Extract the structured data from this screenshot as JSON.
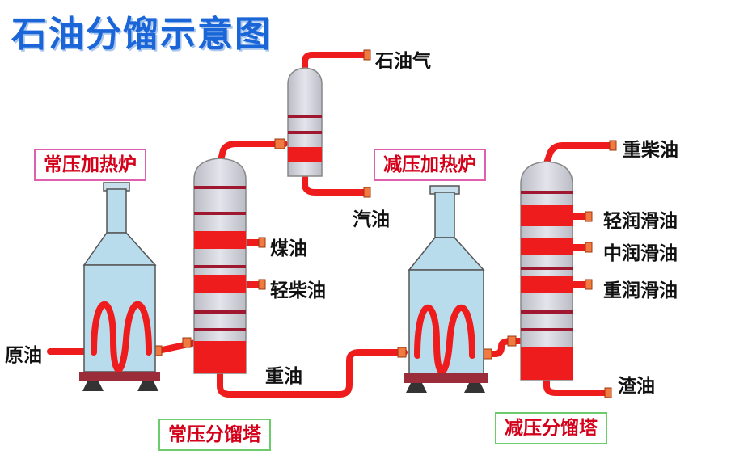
{
  "title": "石油分馏示意图",
  "furnaces": {
    "atmospheric": "常压加热炉",
    "vacuum": "减压加热炉"
  },
  "towers": {
    "atmospheric": "常压分馏塔",
    "vacuum": "减压分馏塔"
  },
  "products": {
    "crude_oil": "原油",
    "petroleum_gas": "石油气",
    "gasoline": "汽油",
    "kerosene": "煤油",
    "light_diesel": "轻柴油",
    "heavy_oil": "重油",
    "heavy_diesel": "重柴油",
    "light_lube": "轻润滑油",
    "medium_lube": "中润滑油",
    "heavy_lube": "重润滑油",
    "residue": "渣油"
  },
  "colors": {
    "pipe": "#ee1c1c",
    "vessel": "#d4d4dc",
    "furnace_body": "#b8dcec",
    "furnace_base": "#9b2c3a",
    "title": "#1a66d8",
    "label_text": "#d4001a"
  }
}
